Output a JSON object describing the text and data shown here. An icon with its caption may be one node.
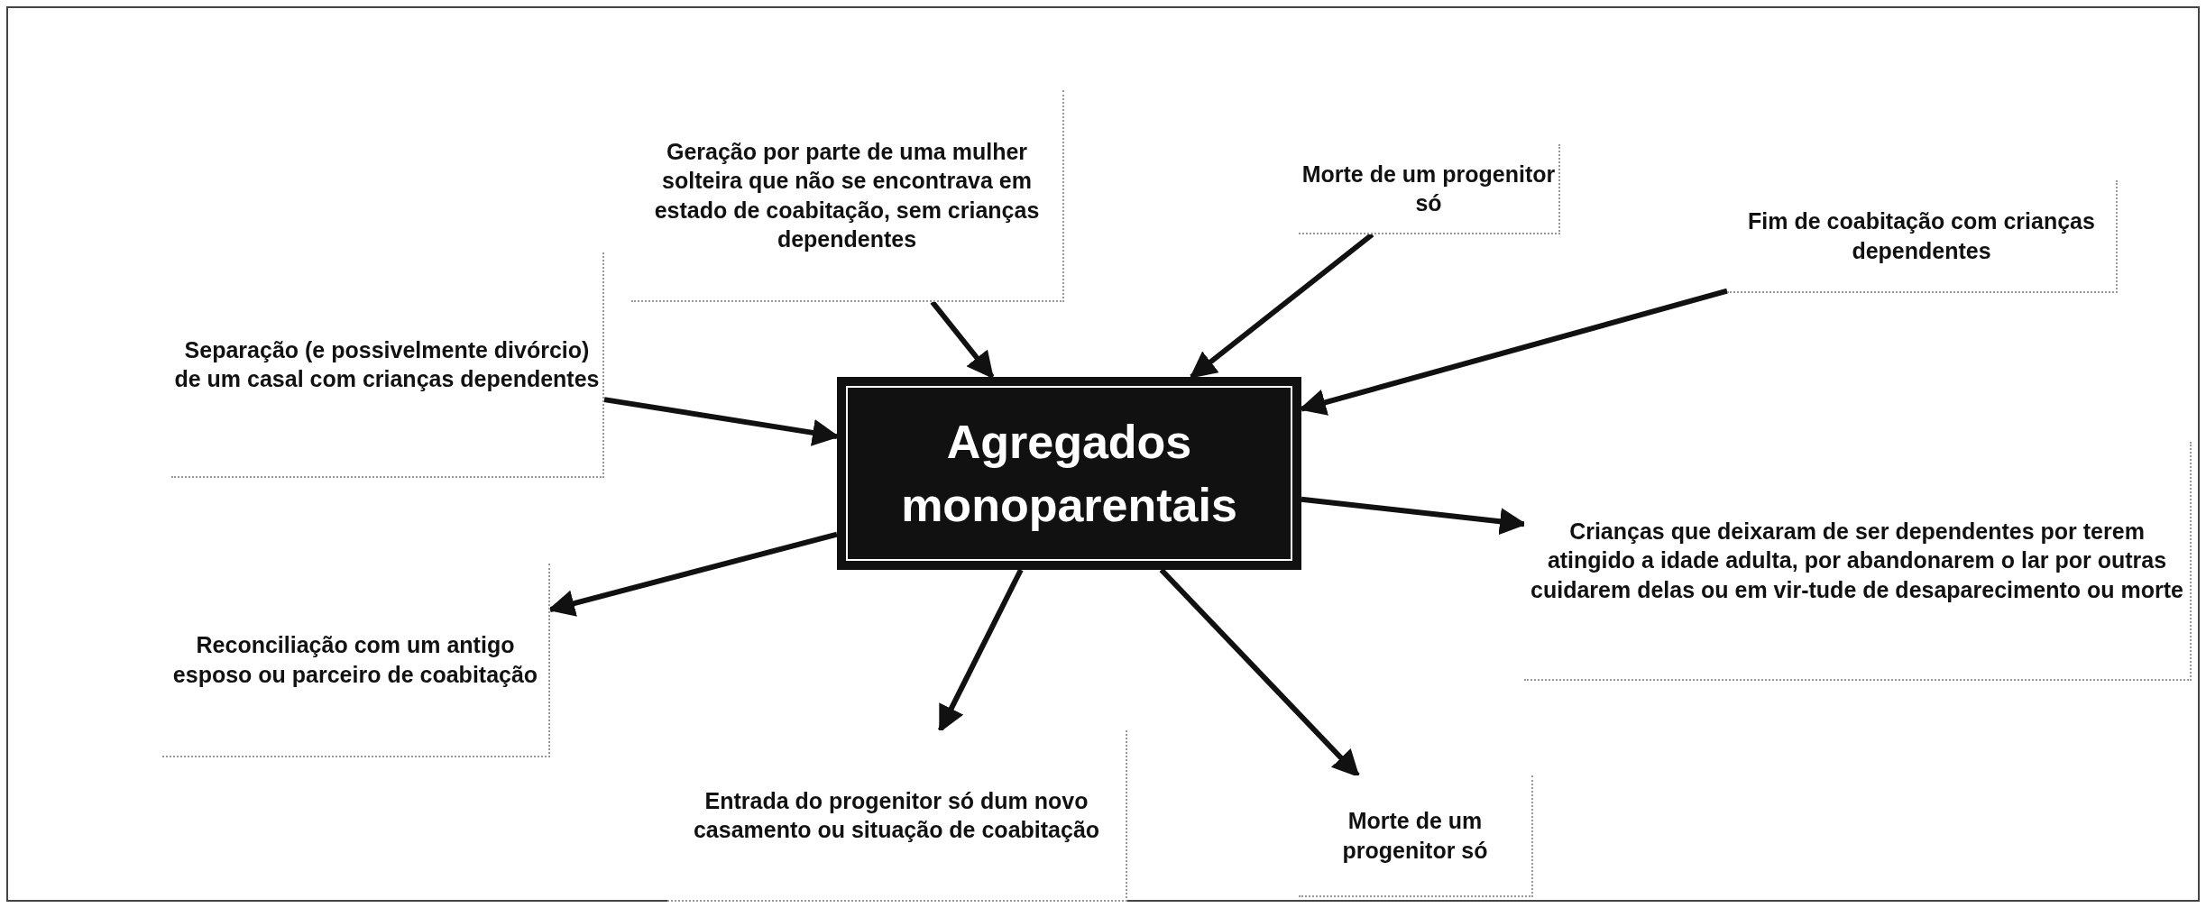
{
  "diagram": {
    "nodes": [
      {
        "text": [
          "Agregados monoparentais"
        ]
      },
      {
        "text": [
          "Separação (e possivelmente divórcio) de um casal com crianças dependentes"
        ]
      },
      {
        "text": [
          "Geração por parte de uma mulher solteira que não se encontrava em estado de coabitação, sem crianças dependentes"
        ]
      },
      {
        "text": [
          "Morte de um progenitor só"
        ]
      },
      {
        "text": [
          "Fim de coabitação com crianças dependentes"
        ]
      },
      {
        "text": [
          "Crianças que deixaram de ser dependentes por terem atingido a idade adulta, por abandonarem o lar por outras cuidarem delas ou em vir-tude de desaparecimento ou morte"
        ]
      },
      {
        "text": [
          "Reconciliação com um antigo esposo ou parceiro de coabitação"
        ]
      },
      {
        "text": [
          "Entrada do progenitor só dum novo casamento ou situação de coabitação"
        ]
      },
      {
        "text": [
          "Morte de um progenitor só"
        ]
      }
    ],
    "edges": [
      {
        "from": 1,
        "to": 0,
        "arrow": "to"
      },
      {
        "from": 2,
        "to": 0,
        "arrow": "to"
      },
      {
        "from": 3,
        "to": 0,
        "arrow": "to"
      },
      {
        "from": 4,
        "to": 0,
        "arrow": "to"
      },
      {
        "from": 0,
        "to": 5,
        "arrow": "to"
      },
      {
        "from": 0,
        "to": 6,
        "arrow": "to"
      },
      {
        "from": 0,
        "to": 7,
        "arrow": "to"
      },
      {
        "from": 0,
        "to": 8,
        "arrow": "to"
      }
    ]
  }
}
